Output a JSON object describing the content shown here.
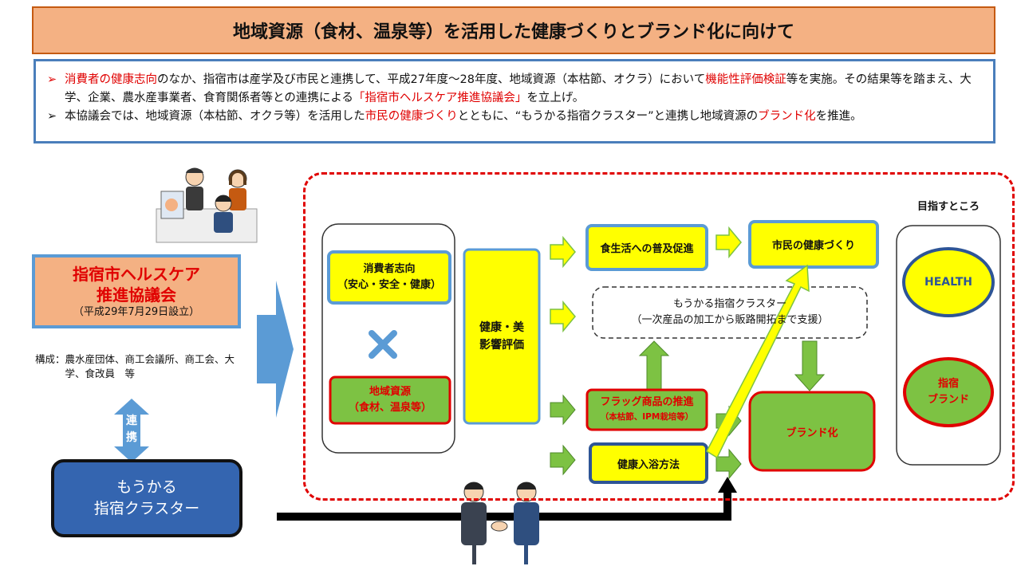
{
  "title": "地域資源（食材、温泉等）を活用した健康づくりとブランド化に向けて",
  "summary": {
    "bullet1": {
      "mark": "➢",
      "t1": "消費者の健康志向",
      "t2": "のなか、指宿市は産学及び市民と連携して、平成27年度～28年度、地域資源（本枯節、オクラ）において",
      "t3": "機能性評価検証",
      "t4": "等を実施。その結果等を踏まえ、大学、企業、農水産事業者、食育関係者等との連携による",
      "t5": "「指宿市ヘルスケア推進協議会」",
      "t6": "を立上げ。"
    },
    "bullet2": {
      "mark": "➢",
      "t1": "本協議会では、地域資源（本枯節、オクラ等）を活用した",
      "t2": "市民の健康づくり",
      "t3": "とともに、“もうかる指宿クラスター”と連携し地域資源の",
      "t4": "ブランド化",
      "t5": "を推進。"
    }
  },
  "council": {
    "name_line1": "指宿市ヘルスケア",
    "name_line2": "推進協議会",
    "established": "（平成29年7月29日設立）",
    "members_label": "構成：",
    "members_text": "農水産団体、商工会議所、商工会、大学、食改員　等"
  },
  "link_label": {
    "c1": "連",
    "c2": "携"
  },
  "cluster_box": {
    "line1": "もうかる",
    "line2": "指宿クラスター"
  },
  "diagram": {
    "consumer": {
      "line1": "消費者志向",
      "line2": "（安心・安全・健康）"
    },
    "resource": {
      "line1": "地域資源",
      "line2": "（食材、温泉等）"
    },
    "evaluation": {
      "line1": "健康・美",
      "line2": "影響評価"
    },
    "diet": "食生活への普及促進",
    "citizen_health": "市民の健康づくり",
    "cluster": {
      "line1": "もうかる指宿クラスター",
      "line2": "（一次産品の加工から販路開拓まで支援）"
    },
    "flag": {
      "line1": "フラッグ商品の推進",
      "line2": "（本枯節、IPM栽培等）"
    },
    "bathing": "健康入浴方法",
    "branding": "ブランド化",
    "goal_label": "目指すところ",
    "goal1": "HEALTH",
    "goal2": {
      "line1": "指宿",
      "line2": "ブランド"
    }
  },
  "colors": {
    "title_bg": "#f4b183",
    "accent_red": "#e00000",
    "frame_blue": "#4a7ebb",
    "highlight_yellow": "#ffff00",
    "highlight_green": "#7dc243",
    "cluster_navy": "#2e5596"
  }
}
